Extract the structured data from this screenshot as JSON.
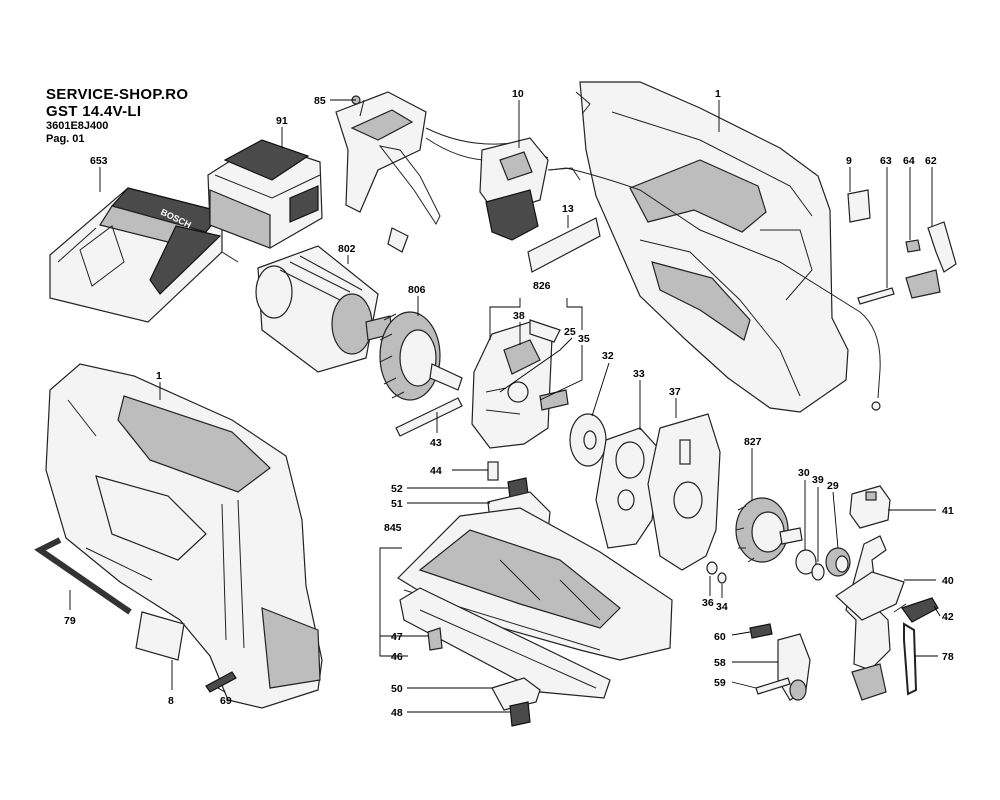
{
  "header": {
    "shop": "SERVICE-SHOP.RO",
    "model": "GST 14.4V-LI",
    "code": "3601E8J400",
    "page": "Pag. 01"
  },
  "charger_brand": "BOSCH",
  "callouts": {
    "c653": "653",
    "c91": "91",
    "c85": "85",
    "c10": "10",
    "c1_top": "1",
    "c9": "9",
    "c63": "63",
    "c64": "64",
    "c62": "62",
    "c13": "13",
    "c802": "802",
    "c806": "806",
    "c826": "826",
    "c38": "38",
    "c25": "25",
    "c35": "35",
    "c32": "32",
    "c33": "33",
    "c37": "37",
    "c1_left": "1",
    "c43": "43",
    "c44": "44",
    "c52": "52",
    "c51": "51",
    "c845": "845",
    "c827": "827",
    "c30": "30",
    "c39": "39",
    "c29": "29",
    "c41": "41",
    "c40": "40",
    "c42": "42",
    "c78": "78",
    "c36": "36",
    "c34": "34",
    "c60": "60",
    "c58": "58",
    "c59": "59",
    "c79": "79",
    "c8": "8",
    "c69": "69",
    "c47": "47",
    "c46": "46",
    "c50": "50",
    "c48": "48"
  }
}
